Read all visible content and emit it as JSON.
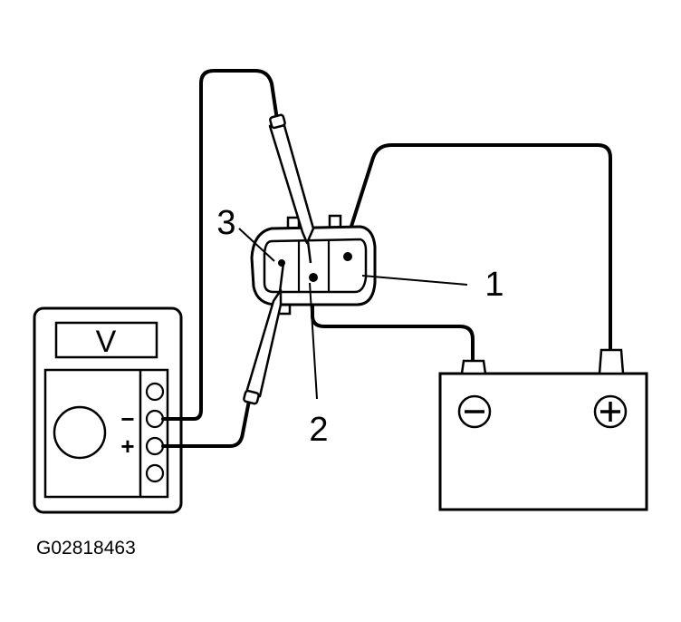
{
  "labels": {
    "pin1": "1",
    "pin2": "2",
    "pin3": "3"
  },
  "meter": {
    "display": "V",
    "minus_terminal": "−",
    "plus_terminal": "+"
  },
  "battery": {
    "negative_symbol": "⊖",
    "positive_symbol": "⊕"
  },
  "figure_code": "G02818463",
  "colors": {
    "line": "#000000",
    "background": "#ffffff"
  }
}
